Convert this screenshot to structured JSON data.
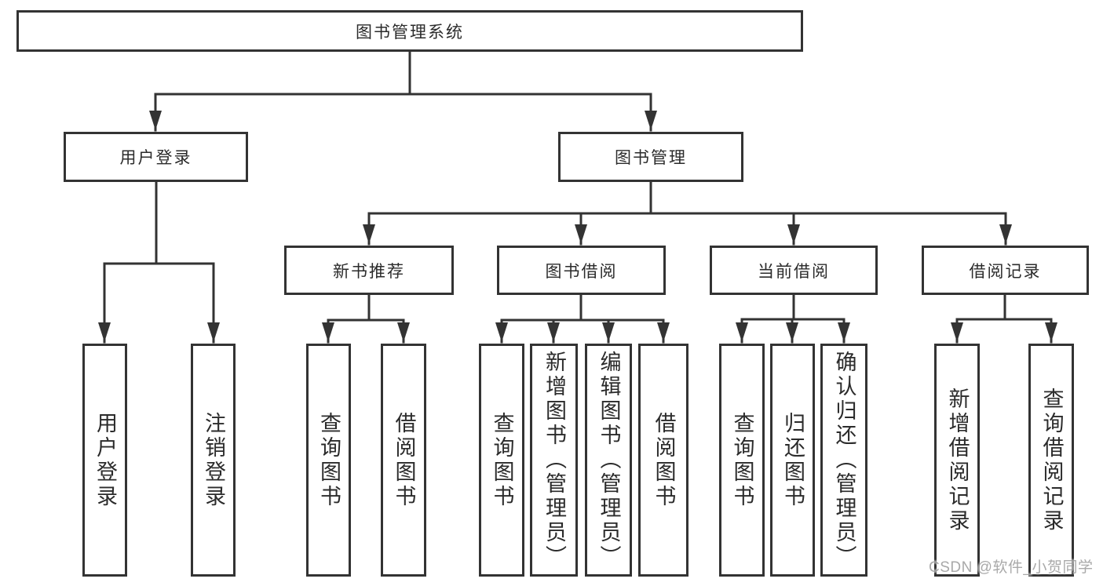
{
  "colors": {
    "line": "#333333",
    "box_border": "#333333",
    "box_fill": "#ffffff",
    "text": "#2b2b2b",
    "watermark": "#a0a0a0",
    "background": "#ffffff"
  },
  "watermark": {
    "text": "CSDN @软件_小贺同学"
  },
  "tree": {
    "root": {
      "label": "图书管理系统"
    },
    "branches": [
      {
        "label": "用户登录",
        "children": [
          {
            "label": "用户登录"
          },
          {
            "label": "注销登录"
          }
        ]
      },
      {
        "label": "图书管理",
        "children": [
          {
            "label": "新书推荐",
            "children": [
              {
                "label": "查询图书"
              },
              {
                "label": "借阅图书"
              }
            ]
          },
          {
            "label": "图书借阅",
            "children": [
              {
                "label": "查询图书"
              },
              {
                "label": "新增图书（管理员）"
              },
              {
                "label": "编辑图书（管理员）"
              },
              {
                "label": "借阅图书"
              }
            ]
          },
          {
            "label": "当前借阅",
            "children": [
              {
                "label": "查询图书"
              },
              {
                "label": "归还图书"
              },
              {
                "label": "确认归还（管理员）"
              }
            ]
          },
          {
            "label": "借阅记录",
            "children": [
              {
                "label": "新增借阅记录"
              },
              {
                "label": "查询借阅记录"
              }
            ]
          }
        ]
      }
    ]
  }
}
